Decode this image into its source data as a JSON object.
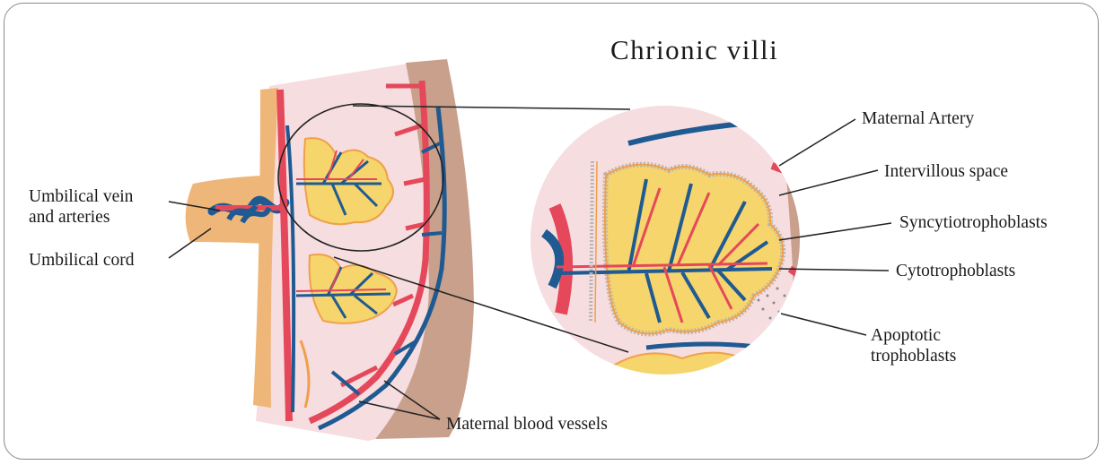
{
  "title": "Chrionic villi",
  "labels": {
    "umbilical_vein_arteries": [
      "Umbilical vein",
      "and arteries"
    ],
    "umbilical_cord": "Umbilical cord",
    "maternal_blood_vessels": "Maternal blood vessels",
    "maternal_artery": "Maternal Artery",
    "intervillous_space": "Intervillous space",
    "syncytiotrophoblasts": "Syncytiotrophoblasts",
    "cytotrophoblasts": "Cytotrophoblasts",
    "apoptotic_trophoblasts": [
      "Apoptotic",
      "trophoblasts"
    ]
  },
  "colors": {
    "artery": "#e5485a",
    "vein": "#1f5a92",
    "villus_fill": "#f6d56c",
    "villus_outline": "#f0a04a",
    "intervillous": "#f6dde0",
    "decidua": "#c9a08c",
    "cord": "#efb679",
    "frame": "#8a8a8a"
  }
}
